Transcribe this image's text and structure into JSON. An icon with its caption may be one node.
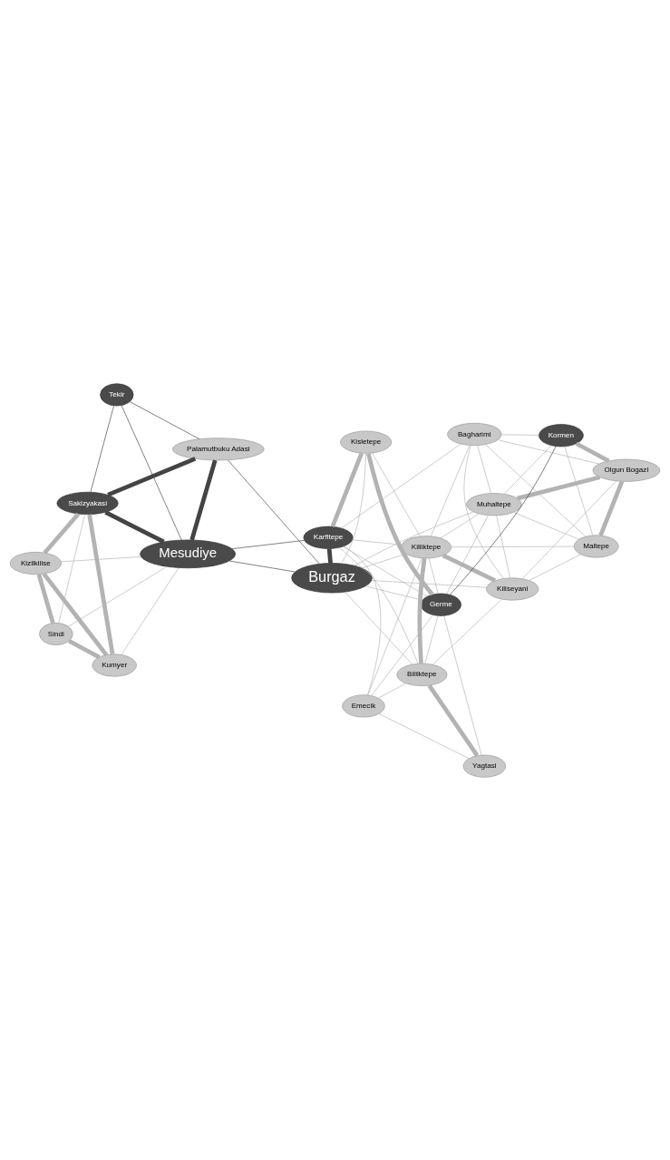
{
  "diagram": {
    "nodes": [
      {
        "text": [
          "Kizilkilise"
        ]
      },
      {
        "text": [
          "Kumyer"
        ]
      },
      {
        "text": [
          "Sindi"
        ]
      },
      {
        "text": [
          "Sakizyakasi"
        ]
      },
      {
        "text": [
          "Mesudiye"
        ]
      },
      {
        "text": [
          "Tekir"
        ]
      },
      {
        "text": [
          "Palamutbuku Adasi"
        ]
      },
      {
        "text": [
          "Burgaz"
        ]
      },
      {
        "text": [
          "Karfitepe"
        ]
      },
      {
        "text": [
          "Kiliseyani"
        ]
      },
      {
        "text": [
          "Yagtasi"
        ]
      },
      {
        "text": [
          "Emecik"
        ]
      },
      {
        "text": [
          "Killiktepe"
        ]
      },
      {
        "text": [
          "Billiktepe"
        ]
      },
      {
        "text": [
          "Kisletepe"
        ]
      },
      {
        "text": [
          "Maltepe"
        ]
      },
      {
        "text": [
          "Bagharimi"
        ]
      },
      {
        "text": [
          "Germe"
        ]
      },
      {
        "text": [
          "Muhaltepe"
        ]
      },
      {
        "text": [
          "Olgun Bogazi"
        ]
      },
      {
        "text": [
          "Kormen"
        ]
      }
    ],
    "edges": [
      {
        "from": 0,
        "to": 1,
        "arrow": "none",
        "style": "thick"
      },
      {
        "from": 0,
        "to": 2,
        "arrow": "none",
        "style": "thick"
      },
      {
        "from": 1,
        "to": 2,
        "arrow": "none",
        "style": "thick"
      },
      {
        "from": 0,
        "to": 3,
        "arrow": "none",
        "style": "thick"
      },
      {
        "from": 1,
        "to": 3,
        "arrow": "none",
        "style": "thick"
      },
      {
        "from": 1,
        "to": 4,
        "arrow": "none"
      },
      {
        "from": 2,
        "to": 3,
        "arrow": "none"
      },
      {
        "from": 2,
        "to": 4,
        "arrow": "none"
      },
      {
        "from": 0,
        "to": 4,
        "arrow": "none"
      },
      {
        "from": 3,
        "to": 4,
        "arrow": "none",
        "style": "thick",
        "color": "#444444"
      },
      {
        "from": 3,
        "to": 6,
        "arrow": "none",
        "style": "thick",
        "color": "#444444"
      },
      {
        "from": 3,
        "to": 5,
        "arrow": "none",
        "color": "#444444"
      },
      {
        "from": 4,
        "to": 5,
        "arrow": "none",
        "color": "#444444"
      },
      {
        "from": 4,
        "to": 6,
        "arrow": "none",
        "style": "thick",
        "color": "#444444"
      },
      {
        "from": 5,
        "to": 6,
        "arrow": "none",
        "color": "#444444"
      },
      {
        "from": 6,
        "to": 7,
        "arrow": "none",
        "color": "#444444"
      },
      {
        "from": 4,
        "to": 7,
        "arrow": "none",
        "color": "#444444"
      },
      {
        "from": 4,
        "to": 8,
        "arrow": "none",
        "color": "#444444"
      },
      {
        "from": 7,
        "to": 8,
        "arrow": "none",
        "style": "thick",
        "color": "#444444"
      },
      {
        "from": 7,
        "to": 9,
        "arrow": "none"
      },
      {
        "from": 7,
        "to": 12,
        "arrow": "none"
      },
      {
        "from": 7,
        "to": 13,
        "arrow": "none"
      },
      {
        "from": 7,
        "to": 14,
        "arrow": "none"
      },
      {
        "from": 7,
        "to": 17,
        "arrow": "none"
      },
      {
        "from": 7,
        "to": 18,
        "arrow": "none"
      },
      {
        "from": 8,
        "to": 14,
        "arrow": "none",
        "style": "thick"
      },
      {
        "from": 8,
        "to": 11,
        "arrow": "none"
      },
      {
        "from": 8,
        "to": 12,
        "arrow": "none"
      },
      {
        "from": 8,
        "to": 13,
        "arrow": "none"
      },
      {
        "from": 8,
        "to": 17,
        "arrow": "none"
      },
      {
        "from": 8,
        "to": 16,
        "arrow": "none"
      },
      {
        "from": 11,
        "to": 10,
        "arrow": "none"
      },
      {
        "from": 11,
        "to": 12,
        "arrow": "none"
      },
      {
        "from": 11,
        "to": 13,
        "arrow": "none"
      },
      {
        "from": 11,
        "to": 17,
        "arrow": "none"
      },
      {
        "from": 12,
        "to": 13,
        "arrow": "none",
        "style": "thick"
      },
      {
        "from": 12,
        "to": 9,
        "arrow": "none",
        "style": "thick"
      },
      {
        "from": 12,
        "to": 15,
        "arrow": "none"
      },
      {
        "from": 12,
        "to": 16,
        "arrow": "none"
      },
      {
        "from": 12,
        "to": 17,
        "arrow": "none"
      },
      {
        "from": 12,
        "to": 18,
        "arrow": "none"
      },
      {
        "from": 12,
        "to": 14,
        "arrow": "none"
      },
      {
        "from": 13,
        "to": 10,
        "arrow": "none",
        "style": "thick"
      },
      {
        "from": 13,
        "to": 17,
        "arrow": "none"
      },
      {
        "from": 9,
        "to": 15,
        "arrow": "none"
      },
      {
        "from": 9,
        "to": 16,
        "arrow": "none"
      },
      {
        "from": 9,
        "to": 18,
        "arrow": "none"
      },
      {
        "from": 9,
        "to": 19,
        "arrow": "none"
      },
      {
        "from": 9,
        "to": 13,
        "arrow": "none"
      },
      {
        "from": 15,
        "to": 16,
        "arrow": "none"
      },
      {
        "from": 15,
        "to": 19,
        "arrow": "none",
        "style": "thick"
      },
      {
        "from": 15,
        "to": 20,
        "arrow": "none"
      },
      {
        "from": 15,
        "to": 18,
        "arrow": "none"
      },
      {
        "from": 16,
        "to": 19,
        "arrow": "none"
      },
      {
        "from": 16,
        "to": 20,
        "arrow": "none"
      },
      {
        "from": 16,
        "to": 18,
        "arrow": "none"
      },
      {
        "from": 19,
        "to": 20,
        "arrow": "none",
        "style": "thick"
      },
      {
        "from": 19,
        "to": 18,
        "arrow": "none",
        "style": "thick"
      },
      {
        "from": 18,
        "to": 20,
        "arrow": "none"
      },
      {
        "from": 20,
        "to": 17,
        "arrow": "none",
        "color": "#444444"
      },
      {
        "from": 18,
        "to": 17,
        "arrow": "none"
      },
      {
        "from": 17,
        "to": 14,
        "arrow": "none",
        "style": "thick"
      },
      {
        "from": 17,
        "to": 10,
        "arrow": "none"
      }
    ]
  }
}
